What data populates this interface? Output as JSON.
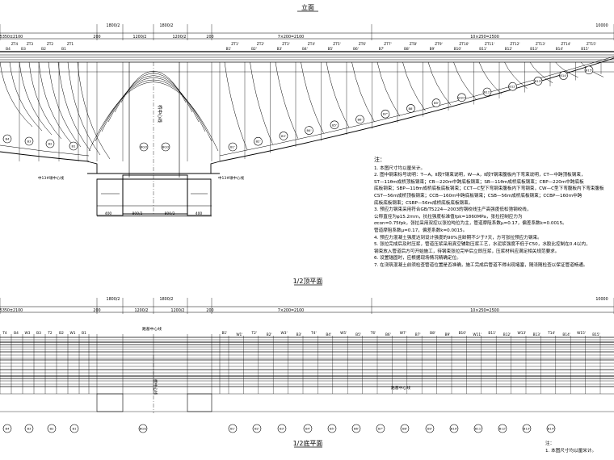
{
  "titles": {
    "elevation": "立面",
    "top_plan": "1/2顶平面",
    "bottom_plan": "1/2底平面"
  },
  "dims_top": [
    "5350±2100",
    "1800/2",
    "1800/2",
    "200",
    "1200/2",
    "1200/2",
    "200",
    "7×200=2100",
    "10×250=2500",
    "10000"
  ],
  "dims_mid": [
    "1800/2",
    "1800/2",
    "1200/2",
    "200",
    "1200/2",
    "1800/2",
    "200",
    "7×200=2100",
    "10×250=2500",
    "10000"
  ],
  "dims_bottom": [
    "400",
    "800/2",
    "800/2",
    "400"
  ],
  "top_labels_left": [
    "ZT4",
    "ZT3",
    "ZT2",
    "ZT1",
    "T1",
    "B4",
    "B3",
    "B2",
    "B1"
  ],
  "top_labels_right": [
    "ZT1'",
    "ZT2'",
    "ZT3'",
    "ZT4'",
    "ZT5'",
    "ZT6'",
    "ZT7'",
    "ZT8'",
    "ZT9'",
    "ZT10'",
    "ZT11'",
    "ZT12'",
    "ZT13'",
    "ZT14'",
    "ZT15'"
  ],
  "bottom_labels_left": [
    "B4",
    "B3",
    "B2",
    "B1"
  ],
  "bottom_labels_right": [
    "B1'",
    "B2'",
    "B3'",
    "B4'",
    "B5'",
    "B6'",
    "B7'",
    "B8'",
    "B9'",
    "B10'",
    "B11'",
    "B12'",
    "B13'",
    "B14'",
    "B15'"
  ],
  "circles_elev_left": [
    "B4",
    "B3",
    "B2",
    "B1",
    "B0/2",
    "B0/2"
  ],
  "circles_elev_right": [
    "B1'",
    "B2'",
    "B3'",
    "B4'",
    "B5'",
    "B6'",
    "B7'",
    "B8'",
    "B9'",
    "B10'",
    "B11'",
    "B12'",
    "B13'",
    "B14'",
    "B15'"
  ],
  "circles_plan": [
    "B4",
    "B3",
    "B2",
    "B1",
    "B0/2",
    "B1'",
    "B2'",
    "B3'",
    "B4'",
    "B5'",
    "B6'",
    "B7'",
    "B8'",
    "B9'",
    "B10'",
    "B11'",
    "B12'",
    "B13'",
    "B14'"
  ],
  "elev_text": {
    "center_line": "桥中心线",
    "left_bearing": "中13#墩中心线",
    "right_bearing": "中13#墩中心线",
    "plan_center_top": "路基中心线",
    "plan_center_bottom": "路基中心线",
    "plan_pier_mark": "桥中心线"
  },
  "notes": {
    "heading": "注：",
    "lines": [
      "1. 本图尺寸均以厘米计。",
      "2. 图中钢束标号说明：T—A，Ⅱ段T钢束说明，W—A，Ⅱ段T钢束腹板内下弯束说明，CT—中跨顶板钢束，",
      "   ST—11θm成桥顶板钢束；CB—220m中跨底板钢束；SB—11θm成桥底板钢束；CBP—220m中跨底板",
      "   底板钢束；SBP—11θm成桥底板底板钢束；CCT—C型下弯钢束腹板内下弯钢束，CW—C型下弯腹板内下弯束腹板",
      "   CST—56m成桥顶板钢束；CCB—160m中跨底板钢束；CSB—56m成桥底板钢束；CCBP—160m中跨",
      "   底板底板钢束；CSBP—56m成桥底板底板钢束。",
      "3. 预应力钢束采用符合GB/T5224—2003的钢绞线生产高强度低松弛钢绞线，",
      "   公称直径为φ15.2mm，抗拉强度标准值fpk=1860MPa，张拉控制应力为",
      "   σcon=0.75fpk，张拉采用双控以张拉吨位为主，管道摩阻系数μ=0.17，偏差系数k=0.0015。",
      "   管道摩阻系数μ=0.17，偏差系数k=0.0015。",
      "4. 预应力混凝土强度达到设计强度的90%且龄期不少于7天，方可张拉预应力钢束。",
      "5. 张拉完成后及时压浆，管道压浆采用真空辅助压浆工艺，水泥浆强度不低于C50，水胶比控制在0.4以内，",
      "   钢束放入管道后方可开始施工，待钢束张拉完毕后立即压浆，压浆材料应满足相关规范要求。",
      "6. 设置锚固时，应根据现场情况精确定位。",
      "7. 在浇筑混凝土前须检查管道位置是否准确，施工完成后管道不得出现堵塞，随浇随检查以保证管道畅通。"
    ]
  },
  "footer": {
    "heading": "注：",
    "line": "1. 本图尺寸均以厘米计。"
  }
}
